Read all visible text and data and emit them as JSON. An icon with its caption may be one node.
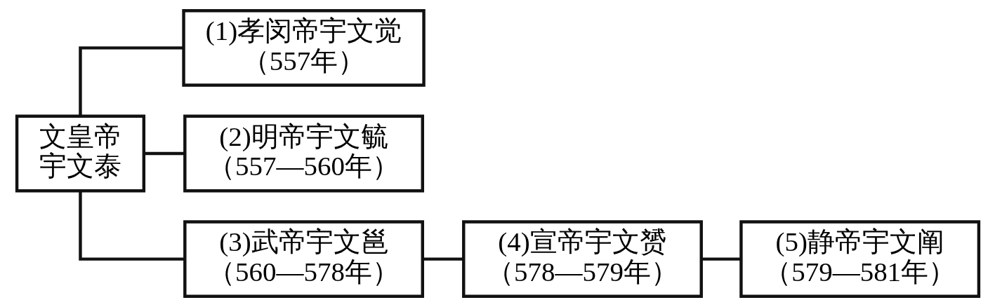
{
  "diagram": {
    "nodes": [
      {
        "text": [
          "文皇帝",
          "宇文泰"
        ]
      },
      {
        "text": [
          "(1)孝闵帝宇文觉",
          "（557年）"
        ]
      },
      {
        "text": [
          "(2)明帝宇文毓",
          "（557—560年）"
        ]
      },
      {
        "text": [
          "(3)武帝宇文邕",
          "（560—578年）"
        ]
      },
      {
        "text": [
          "(4)宣帝宇文赟",
          "（578—579年）"
        ]
      },
      {
        "text": [
          "(5)静帝宇文阐",
          "（579—581年）"
        ]
      }
    ],
    "edges": [
      {
        "from": 0,
        "to": 1,
        "arrow": "none"
      },
      {
        "from": 0,
        "to": 2,
        "arrow": "none"
      },
      {
        "from": 0,
        "to": 3,
        "arrow": "none"
      },
      {
        "from": 3,
        "to": 4,
        "arrow": "none"
      },
      {
        "from": 4,
        "to": 5,
        "arrow": "none"
      }
    ]
  }
}
